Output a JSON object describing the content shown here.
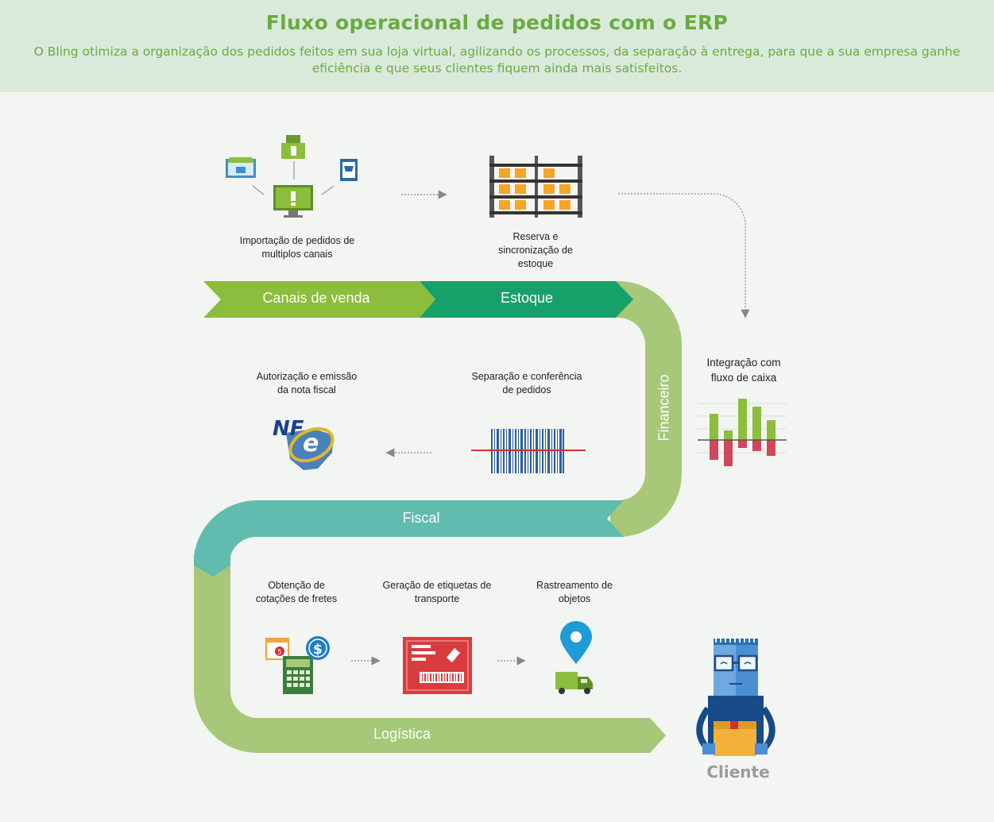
{
  "header": {
    "title": "Fluxo operacional de pedidos com o ERP",
    "subtitle": "O Bling otimiza a organização dos pedidos feitos em sua loja virtual, agilizando os processos, da separação à entrega, para que a sua empresa ganhe eficiência e que seus clientes fiquem ainda mais satisfeitos."
  },
  "stages": {
    "canais": "Canais de venda",
    "estoque": "Estoque",
    "financeiro": "Financeiro",
    "fiscal": "Fiscal",
    "logistica": "Logística"
  },
  "steps": {
    "importacao": "Importação de pedidos de multiplos canais",
    "reserva": "Reserva e sincronização de estoque",
    "integracao": "Integração com fluxo de caixa",
    "separacao": "Separação e conferência de pedidos",
    "autorizacao": "Autorização e emissão da nota fiscal",
    "cotacoes": "Obtenção de cotações de fretes",
    "etiquetas": "Geração de etiquetas de transporte",
    "rastreamento": "Rastreamento de objetos"
  },
  "icons": {
    "nfe_logo_text": "NF",
    "nfe_logo_letter": "e",
    "calendar_day": "5",
    "coin_symbol": "$"
  },
  "cliente": "Cliente",
  "colors": {
    "canais": "#8cbd3c",
    "estoque": "#18a06b",
    "financeiro": "#a6c878",
    "fiscal": "#5fbcae",
    "logistica": "#a6c878",
    "header_bg": "#d9eadb",
    "accent_text": "#6aab3f"
  }
}
